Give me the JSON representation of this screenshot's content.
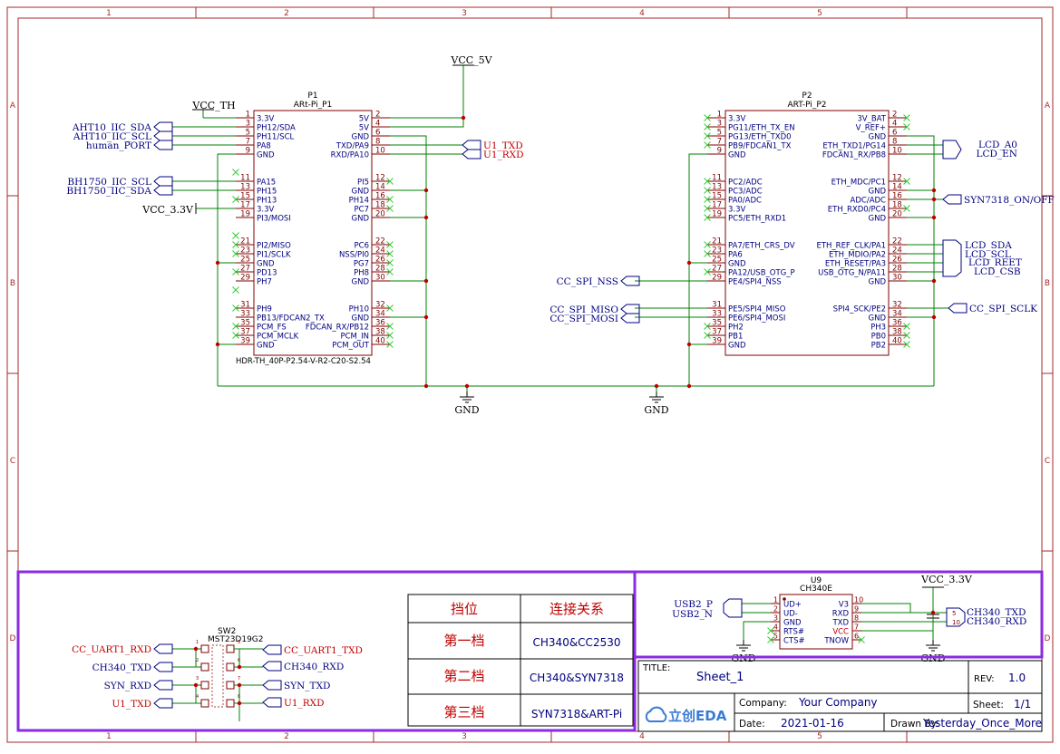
{
  "frame": {
    "col_labels": [
      "1",
      "2",
      "3",
      "4",
      "5"
    ],
    "row_labels": [
      "A",
      "B",
      "C",
      "D"
    ]
  },
  "power": {
    "vcc5": "VCC_5V",
    "vcc_th": "VCC_TH",
    "vcc33": "VCC_3.3V",
    "gnd": "GND"
  },
  "p1": {
    "ref": "P1",
    "value": "ARt-Pi_P1",
    "footprint": "HDR-TH_40P-P2.54-V-R2-C20-S2.54",
    "left": [
      {
        "pin": "1",
        "name": "3.3V"
      },
      {
        "pin": "3",
        "name": "PH12/SDA"
      },
      {
        "pin": "5",
        "name": "PH11/SCL"
      },
      {
        "pin": "7",
        "name": "PA8"
      },
      {
        "pin": "9",
        "name": "GND"
      },
      {
        "pin": "11",
        "name": "PA15"
      },
      {
        "pin": "13",
        "name": "PH15"
      },
      {
        "pin": "15",
        "name": "PH13"
      },
      {
        "pin": "17",
        "name": "3.3V"
      },
      {
        "pin": "19",
        "name": "PI3/MOSI"
      },
      {
        "pin": "21",
        "name": "PI2/MISO"
      },
      {
        "pin": "23",
        "name": "PI1/SCLK"
      },
      {
        "pin": "25",
        "name": "GND"
      },
      {
        "pin": "27",
        "name": "PD13"
      },
      {
        "pin": "29",
        "name": "PH7"
      },
      {
        "pin": "31",
        "name": "PH9"
      },
      {
        "pin": "33",
        "name": "PB13/FDCAN2_TX"
      },
      {
        "pin": "35",
        "name": "PCM_FS"
      },
      {
        "pin": "37",
        "name": "PCM_MCLK"
      },
      {
        "pin": "39",
        "name": "GND"
      }
    ],
    "right": [
      {
        "pin": "2",
        "name": "5V"
      },
      {
        "pin": "4",
        "name": "5V"
      },
      {
        "pin": "6",
        "name": "GND"
      },
      {
        "pin": "8",
        "name": "TXD/PA9"
      },
      {
        "pin": "10",
        "name": "RXD/PA10"
      },
      {
        "pin": "12",
        "name": "PI5"
      },
      {
        "pin": "14",
        "name": "GND"
      },
      {
        "pin": "16",
        "name": "PH14"
      },
      {
        "pin": "18",
        "name": "PC7"
      },
      {
        "pin": "20",
        "name": "GND"
      },
      {
        "pin": "22",
        "name": "PC6"
      },
      {
        "pin": "24",
        "name": "NSS/PI0"
      },
      {
        "pin": "26",
        "name": "PG7"
      },
      {
        "pin": "28",
        "name": "PH8"
      },
      {
        "pin": "30",
        "name": "GND"
      },
      {
        "pin": "32",
        "name": "PH10"
      },
      {
        "pin": "34",
        "name": "GND"
      },
      {
        "pin": "36",
        "name": "FDCAN_RX/PB12"
      },
      {
        "pin": "38",
        "name": "PCM_IN"
      },
      {
        "pin": "40",
        "name": "PCM_OUT"
      }
    ],
    "left_nets": [
      "AHT10_IIC_SDA",
      "AHT10_IIC_SCL",
      "human_PORT",
      "BH1750_IIC_SCL",
      "BH1750_IIC_SDA"
    ],
    "right_nets": [
      "U1_TXD",
      "U1_RXD"
    ]
  },
  "p2": {
    "ref": "P2",
    "value": "ART-Pi_P2",
    "left": [
      {
        "pin": "1",
        "name": "3.3V"
      },
      {
        "pin": "3",
        "name": "PG11/ETH_TX_EN"
      },
      {
        "pin": "5",
        "name": "PG13/ETH_TXD0"
      },
      {
        "pin": "7",
        "name": "PB9/FDCAN1_TX"
      },
      {
        "pin": "9",
        "name": "GND"
      },
      {
        "pin": "11",
        "name": "PC2/ADC"
      },
      {
        "pin": "13",
        "name": "PC3/ADC"
      },
      {
        "pin": "15",
        "name": "PA0/ADC"
      },
      {
        "pin": "17",
        "name": "3.3V"
      },
      {
        "pin": "19",
        "name": "PC5/ETH_RXD1"
      },
      {
        "pin": "21",
        "name": "PA7/ETH_CRS_DV"
      },
      {
        "pin": "23",
        "name": "PA6"
      },
      {
        "pin": "25",
        "name": "GND"
      },
      {
        "pin": "27",
        "name": "PA12/USB_OTG_P"
      },
      {
        "pin": "29",
        "name": "PE4/SPI4_NSS"
      },
      {
        "pin": "31",
        "name": "PE5/SPI4_MISO"
      },
      {
        "pin": "33",
        "name": "PE6/SPI4_MOSI"
      },
      {
        "pin": "35",
        "name": "PH2"
      },
      {
        "pin": "37",
        "name": "PB1"
      },
      {
        "pin": "39",
        "name": "GND"
      }
    ],
    "right": [
      {
        "pin": "2",
        "name": "3V_BAT"
      },
      {
        "pin": "4",
        "name": "V_REF+"
      },
      {
        "pin": "6",
        "name": "GND"
      },
      {
        "pin": "8",
        "name": "ETH_TXD1/PG14"
      },
      {
        "pin": "10",
        "name": "FDCAN1_RX/PB8"
      },
      {
        "pin": "12",
        "name": "ETH_MDC/PC1"
      },
      {
        "pin": "14",
        "name": "GND"
      },
      {
        "pin": "16",
        "name": "ADC/ADC"
      },
      {
        "pin": "18",
        "name": "ETH_RXD0/PC4"
      },
      {
        "pin": "20",
        "name": "GND"
      },
      {
        "pin": "22",
        "name": "ETH_REF_CLK/PA1"
      },
      {
        "pin": "24",
        "name": "ETH_MDIO/PA2"
      },
      {
        "pin": "26",
        "name": "ETH_RESET/PA3"
      },
      {
        "pin": "28",
        "name": "USB_OTG_N/PA11"
      },
      {
        "pin": "30",
        "name": "GND"
      },
      {
        "pin": "32",
        "name": "SPI4_SCK/PE2"
      },
      {
        "pin": "34",
        "name": "GND"
      },
      {
        "pin": "36",
        "name": "PH3"
      },
      {
        "pin": "38",
        "name": "PB0"
      },
      {
        "pin": "40",
        "name": "PB2"
      }
    ],
    "left_nets": [
      "CC_SPI_NSS",
      "CC_SPI_MISO",
      "CC_SPI_MOSI"
    ],
    "right_nets": [
      "LCD_A0",
      "LCD_EN",
      "SYN7318_ON/OFF",
      "LCD_SDA",
      "LCD_SCL",
      "LCD_REET",
      "LCD_CSB",
      "CC_SPI_SCLK"
    ]
  },
  "sw2": {
    "ref": "SW2",
    "value": "MST23D19G2",
    "left_nets": [
      "CC_UART1_RXD",
      "CH340_TXD",
      "SYN_RXD",
      "U1_TXD"
    ],
    "right_nets": [
      "CC_UART1_TXD",
      "CH340_RXD",
      "SYN_TXD",
      "U1_RXD"
    ]
  },
  "table": {
    "headers": [
      "挡位",
      "连接关系"
    ],
    "rows": [
      [
        "第一档",
        "CH340&CC2530"
      ],
      [
        "第二档",
        "CH340&SYN7318"
      ],
      [
        "第三档",
        "SYN7318&ART-Pi"
      ]
    ]
  },
  "u9": {
    "ref": "U9",
    "value": "CH340E",
    "left": [
      {
        "pin": "1",
        "name": "UD+"
      },
      {
        "pin": "2",
        "name": "UD-"
      },
      {
        "pin": "3",
        "name": "GND"
      },
      {
        "pin": "4",
        "name": "RTS#"
      },
      {
        "pin": "5",
        "name": "CTS#"
      }
    ],
    "right": [
      {
        "pin": "10",
        "name": "V3"
      },
      {
        "pin": "9",
        "name": "RXD"
      },
      {
        "pin": "8",
        "name": "TXD"
      },
      {
        "pin": "7",
        "name": "VCC"
      },
      {
        "pin": "6",
        "name": "TNOW"
      }
    ],
    "left_nets": [
      "USB2_P",
      "USB2_N"
    ],
    "right_nets": [
      "CH340_TXD",
      "CH340_RXD"
    ],
    "vcc": "VCC_3.3V",
    "gnd": "GND"
  },
  "titleblock": {
    "title_label": "TITLE:",
    "title": "Sheet_1",
    "rev_label": "REV:",
    "rev": "1.0",
    "company_label": "Company:",
    "company": "Your Company",
    "sheet_label": "Sheet:",
    "sheet": "1/1",
    "date_label": "Date:",
    "date": "2021-01-16",
    "drawn_label": "Drawn By:",
    "drawn": "Yesterday_Once_More",
    "logo_text": "立创EDA"
  },
  "colors": {
    "frame": "#a52a2a",
    "pin": "#800000",
    "wire": "#008000",
    "net": "#000080",
    "netred": "#c00000",
    "nc": "#33cc33",
    "junction": "#c00000",
    "highlight": "#8a2be2"
  }
}
